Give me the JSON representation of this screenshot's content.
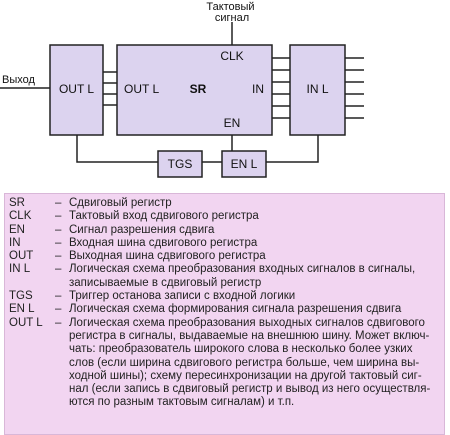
{
  "diagram": {
    "clock_signal_label": [
      "Тактовый",
      "сигнал"
    ],
    "input_label": "Выход",
    "blocks": {
      "outl": "OUT L",
      "sr_out": "OUT L",
      "sr": "SR",
      "clk": "CLK",
      "in": "IN",
      "en": "EN",
      "inl": "IN L",
      "tgs": "TGS",
      "enl": "EN L"
    }
  },
  "legend": [
    {
      "abbr": "SR",
      "desc": [
        "Сдвиговый регистр"
      ]
    },
    {
      "abbr": "CLK",
      "desc": [
        "Тактовый вход сдвигового регистра"
      ]
    },
    {
      "abbr": "EN",
      "desc": [
        "Сигнал разрешения сдвига"
      ]
    },
    {
      "abbr": "IN",
      "desc": [
        "Входная шина сдвигового регистра"
      ]
    },
    {
      "abbr": "OUT",
      "desc": [
        "Выходная шина сдвигового регистра"
      ]
    },
    {
      "abbr": "IN L",
      "desc": [
        "Логическая схема преобразования входных сигналов в сигналы,",
        "записываемые в сдвиговый регистр"
      ]
    },
    {
      "abbr": "TGS",
      "desc": [
        "Триггер останова записи с входной логики"
      ]
    },
    {
      "abbr": "EN L",
      "desc": [
        "Логическая схема формирования сигнала разрешения сдвига"
      ]
    },
    {
      "abbr": "OUT L",
      "desc": [
        "Логическая схема преобразования выходных сигналов сдвигового",
        "регистра в сигналы, выдаваемые на внешнюю шину. Может включ-",
        "чать: преобразователь широкого слова в несколько более узких",
        "слов (если ширина сдвигового регистра больше, чем ширина вы-",
        "ходной шины); схему пересинхронизации на другой тактовый сиг-",
        "нал (если запись в сдвиговый регистр и вывод из него осуществля-",
        "ются по разным тактовым сигналам) и т.п."
      ]
    }
  ]
}
